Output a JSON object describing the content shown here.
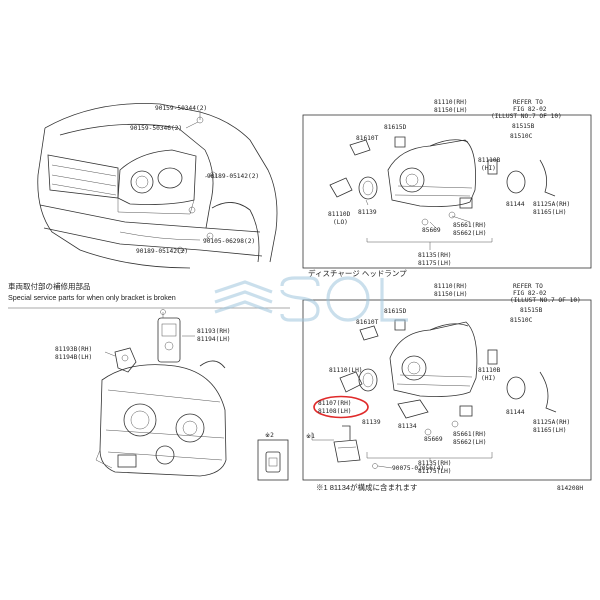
{
  "left_top": {
    "callouts": [
      "90159-50344(2)",
      "90159-50346(2)",
      "90189-05142(2)",
      "90189-05142(2)",
      "90105-06298(2)"
    ]
  },
  "left_bottom": {
    "title_jp": "車両取付部の補修用部品",
    "title_en": "Special service parts for when only bracket is broken",
    "parts": [
      "81193B(RH)",
      "81194B(LH)",
      "81193(RH)",
      "81194(LH)"
    ]
  },
  "panel_top": {
    "labels": [
      "81110(RH)",
      "81150(LH)",
      "REFER TO",
      "FIG 82-02",
      "(ILLUST NO.7 OF 10)",
      "81615D",
      "81610T",
      "81515B",
      "81510C",
      "81110D",
      "(LO)",
      "81110B",
      "(HI)",
      "81139",
      "85669",
      "81144",
      "81125A(RH)",
      "81165(LH)",
      "85661(RH)",
      "85662(LH)",
      "81135(RH)",
      "81175(LH)"
    ],
    "caption": "ディスチャージ ヘッドランプ"
  },
  "panel_bottom": {
    "labels": [
      "81110(RH)",
      "81150(LH)",
      "REFER TO",
      "FIG 82-02",
      "(ILLUST NO.7 OF 10)",
      "81515B",
      "81615D",
      "81510C",
      "81610T",
      "81110(LH)",
      "81110B",
      "(HI)",
      "81107(RH)",
      "81108(LH)",
      "81139",
      "81134",
      "81144",
      "81125A(RH)",
      "81165(LH)",
      "85669",
      "85661(RH)",
      "85662(LH)",
      "90075-02056(4)",
      "81135(RH)",
      "81175(LH)"
    ],
    "marker": "※1",
    "footnote": "※1 81134が構成に含まれます"
  },
  "inset": {
    "label": "※2"
  },
  "figure_code": "814208H",
  "colors": {
    "highlight": "#e02a2a",
    "watermark": "#9ec4dd"
  }
}
